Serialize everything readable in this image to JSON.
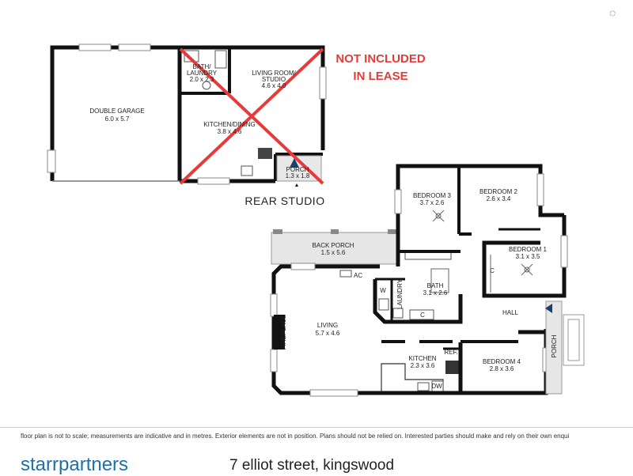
{
  "rear_studio": {
    "rooms": [
      {
        "name": "DOUBLE GARAGE",
        "size": "6.0 x 5.7"
      },
      {
        "name": "BATH/",
        "name2": "LAUNDRY",
        "size": "2.0 x 2.3"
      },
      {
        "name": "LIVING ROOM/",
        "name2": "STUDIO",
        "size": "4.6 x 4.0"
      },
      {
        "name": "KITCHEN/DINING",
        "size": "3.8 x 4.6"
      },
      {
        "name": "PORCH",
        "size": "1.3 x 1.8"
      }
    ],
    "title": "REAR STUDIO",
    "not_included": [
      "NOT INCLUDED",
      "IN LEASE"
    ],
    "cross_color": "#e53b3b"
  },
  "house": {
    "rooms": [
      {
        "name": "BEDROOM 3",
        "size": "3.7 x 2.6"
      },
      {
        "name": "BEDROOM 2",
        "size": "2.6 x 3.4"
      },
      {
        "name": "BEDROOM 1",
        "size": "3.1 x 3.5"
      },
      {
        "name": "BACK PORCH",
        "size": "1.5 x 5.6"
      },
      {
        "name": "BATH",
        "size": "3.1 x 2.6"
      },
      {
        "name": "LIVING",
        "size": "5.7 x 4.6"
      },
      {
        "name": "KITCHEN",
        "size": "2.3 x 3.6"
      },
      {
        "name": "BEDROOM 4",
        "size": "2.8 x 3.6"
      }
    ],
    "labels": {
      "ac": "AC",
      "w": "W",
      "laundry": "LAUNDRY",
      "c": "C",
      "hall": "HALL",
      "fireplace": "FIREPLACE",
      "ref": "REF.",
      "dw": "DW",
      "porch": "PORCH"
    }
  },
  "footer": {
    "disclaimer": "floor plan is not to scale; measurements are indicative and in metres. Exterior elements are not in position. Plans should not be relied on. Interested parties should make and rely on their own enqui",
    "brand_a": "starr",
    "brand_b": "partners",
    "address": "7 elliot street, kingswood",
    "brand_color": "#1f6fa8"
  }
}
